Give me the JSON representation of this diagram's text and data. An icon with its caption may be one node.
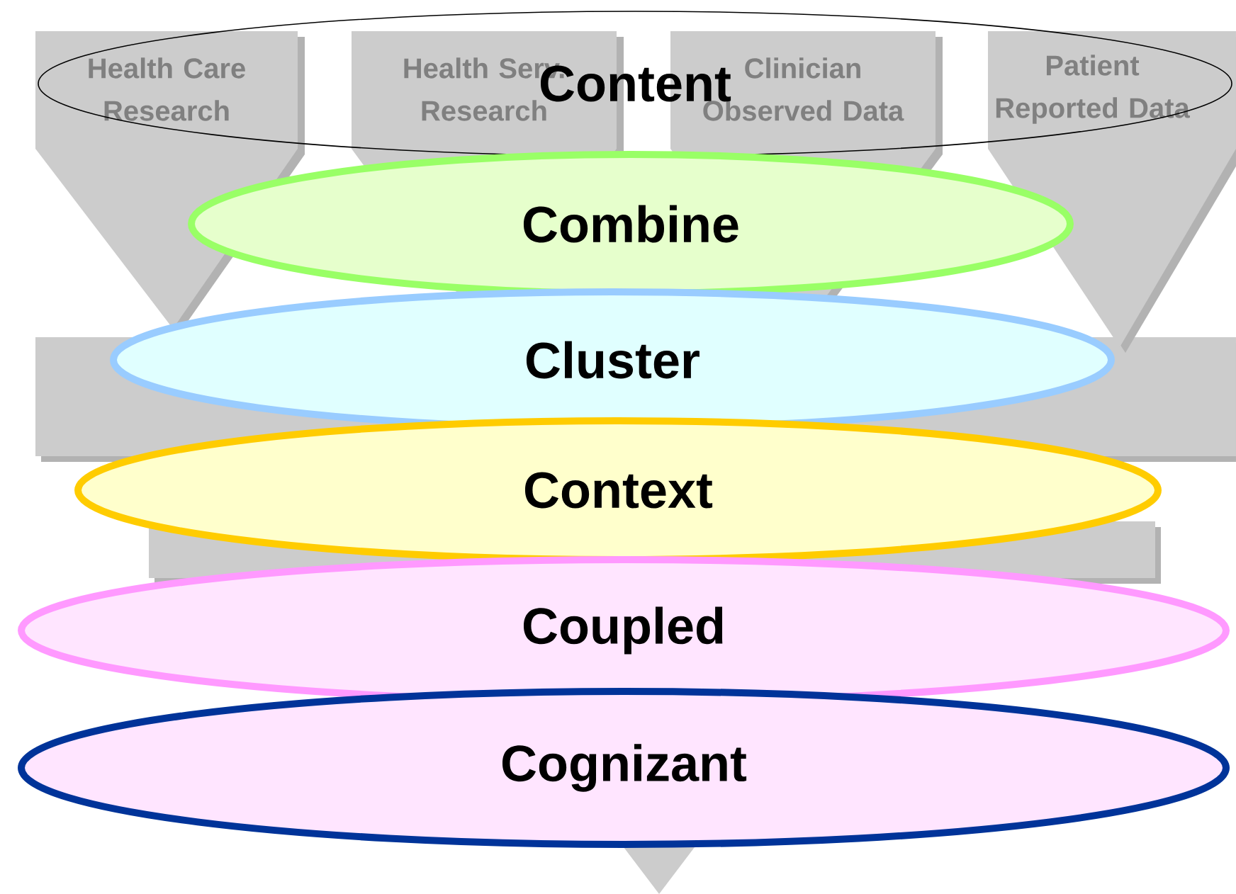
{
  "diagram": {
    "nodes": [
      {
        "text": [
          "Health Care Research"
        ]
      },
      {
        "text": [
          "Health Serv. Research"
        ]
      },
      {
        "text": [
          "Clinician Observed Data"
        ]
      },
      {
        "text": [
          "Patient Reported Data"
        ]
      },
      {
        "text": [
          "Content"
        ]
      },
      {
        "text": [
          "Combine"
        ]
      },
      {
        "text": [
          "Cluster"
        ]
      },
      {
        "text": [
          "Context"
        ]
      },
      {
        "text": [
          "Coupled"
        ]
      },
      {
        "text": [
          "Cognizant"
        ]
      }
    ]
  }
}
